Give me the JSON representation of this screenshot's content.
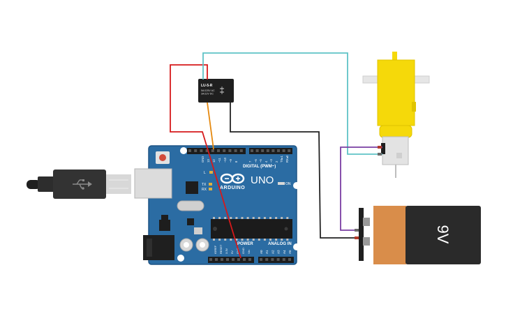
{
  "colors": {
    "board": "#2b6ca3",
    "board_edge": "#1e5585",
    "relay": "#222222",
    "motor_yellow": "#f5d90a",
    "battery_orange": "#d98d4a",
    "battery_black": "#2a2a2a",
    "wire_red": "#d6191b",
    "wire_cyan": "#5fc3c6",
    "wire_black": "#222222",
    "wire_orange": "#e5890f",
    "wire_purple": "#7a3ea3"
  },
  "arduino": {
    "model": "UNO",
    "brand": "ARDUINO",
    "digital_header": "DIGITAL (PWM~)",
    "power_header": "POWER",
    "analog_header": "ANALOG IN",
    "on_label": "ON",
    "led_l": "L",
    "led_tx": "TX",
    "led_rx": "RX",
    "aref": "AREF",
    "gnd": "GND",
    "digital_pins": [
      "13",
      "12",
      "~11",
      "~10",
      "~9",
      "8",
      "7",
      "~6",
      "~5",
      "4",
      "~3",
      "2",
      "TX▸1",
      "RX◂0"
    ],
    "power_pins": [
      "IOREF",
      "RESET",
      "3.3V",
      "5V",
      "GND",
      "GND",
      "Vin"
    ],
    "analog_pins": [
      "A0",
      "A1",
      "A2",
      "A3",
      "A4",
      "A5"
    ]
  },
  "relay": {
    "part": "LU-5-R",
    "rating_1": "5A/125V AC",
    "rating_2": "3A/12V DC"
  },
  "battery": {
    "label": "9V"
  },
  "icons": {
    "usb": "usb-icon",
    "arduino_logo": "arduino-infinity-icon"
  }
}
